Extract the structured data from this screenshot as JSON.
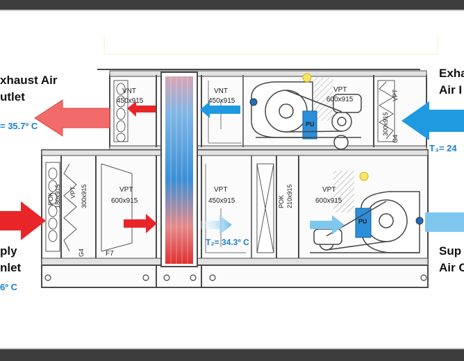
{
  "labels": {
    "exhaust_outlet_line1": "xhaust Air",
    "exhaust_outlet_line2": "utlet",
    "exhaust_outlet_temp": "= 35.7º C",
    "exhaust_inlet_line1": "Exha",
    "exhaust_inlet_line2": "Air I",
    "exhaust_inlet_temp": "T₃= 24",
    "supply_inlet_line1": "ply",
    "supply_inlet_line2": "nlet",
    "supply_inlet_temp": "6º C",
    "supply_outlet_line1": "Sup",
    "supply_outlet_line2": "Air C",
    "t2_temp": "T₂= 34.3º C"
  },
  "components": {
    "vnt_label": "VNT",
    "vpt_label": "VPT",
    "pok_label": "POK",
    "dim_450": "450x915",
    "dim_600": "600x915",
    "dim_300": "300x915",
    "dim_180": "180x915",
    "dim_210": "210x915",
    "filter_g4": "G4",
    "filter_f7": "F7",
    "fan_pu": "PU"
  },
  "colors": {
    "hot": "#e8262a",
    "warm": "#f26b6b",
    "cool": "#1f9ae0",
    "light_cool": "#7fc7ef",
    "frame": "#4a4a4a"
  }
}
